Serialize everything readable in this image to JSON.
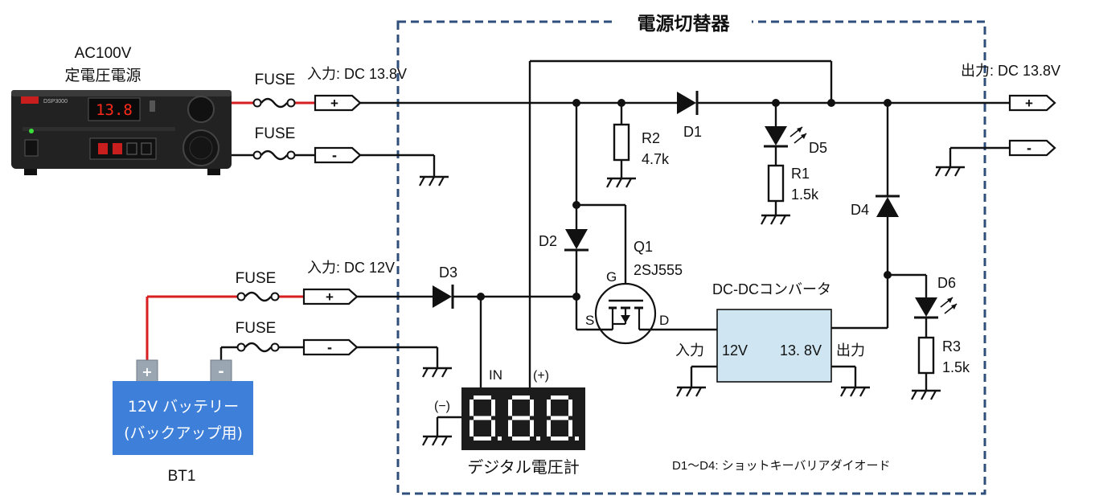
{
  "title": "電源切替器",
  "ac_supply": {
    "line1": "AC100V",
    "line2": "定電圧電源",
    "display": "13.8",
    "model": "DSP3000"
  },
  "fuse_label": "FUSE",
  "input_main": "入力: DC 13.8V",
  "input_backup": "入力: DC 12V",
  "output": "出力:  DC 13.8V",
  "plus": "+",
  "minus": "-",
  "battery": {
    "line1": "12V バッテリー",
    "line2": "(バックアップ用)",
    "ref": "BT1",
    "plus": "+",
    "minus": "-"
  },
  "components": {
    "r2": "R2",
    "r2_val": "4.7k",
    "r1": "R1",
    "r1_val": "1.5k",
    "r3": "R3",
    "r3_val": "1.5k",
    "d1": "D1",
    "d2": "D2",
    "d3": "D3",
    "d4": "D4",
    "d5": "D5",
    "d6": "D6",
    "q1": "Q1",
    "q1_part": "2SJ555",
    "pin_g": "G",
    "pin_s": "S",
    "pin_d": "D"
  },
  "converter": {
    "title": "DC-DCコンバータ",
    "in_voltage": "12V",
    "out_voltage": "13. 8V",
    "in_label": "入力",
    "out_label": "出力"
  },
  "voltmeter": {
    "label": "デジタル電圧計",
    "in": "IN",
    "plus": "(+)",
    "minus": "(−)"
  },
  "note": "D1～D4: ショットキーバリアダイオード",
  "colors": {
    "wire": "#111111",
    "battery_wire": "#d81e1e",
    "box_border": "#2e4f7c",
    "battery_body": "#3d7fd9",
    "converter_fill": "#cfe6f2",
    "meter_body": "#1c1c1c",
    "meter_segment": "#ffffff",
    "psu_body": "#222222",
    "psu_display": "#ff2a1a"
  }
}
